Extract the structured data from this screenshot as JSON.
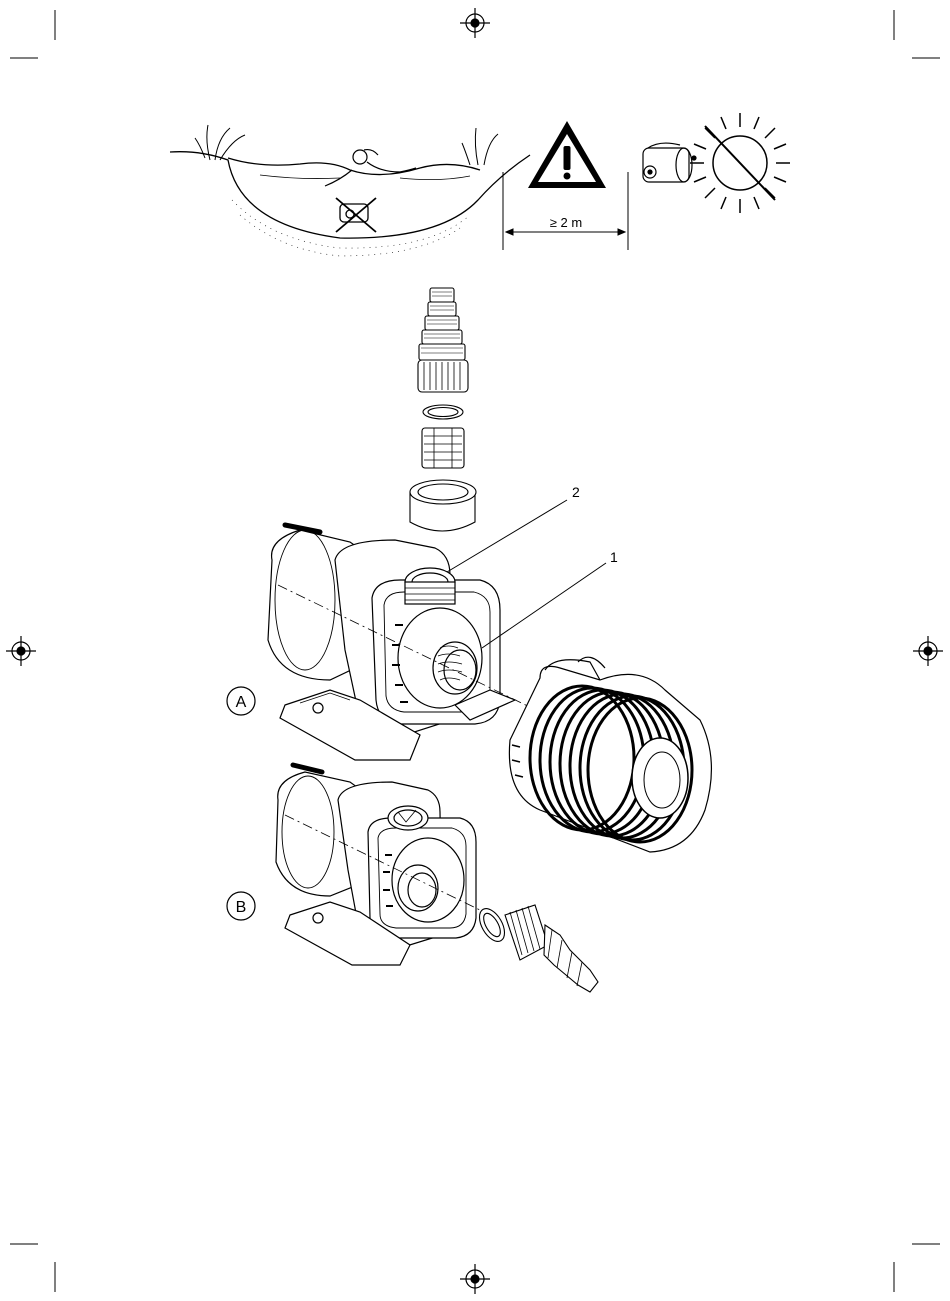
{
  "distance_label": "≥ 2 m",
  "callouts": {
    "part_1": "1",
    "part_2": "2"
  },
  "variants": {
    "a": "A",
    "b": "B"
  },
  "icons": {
    "warning": "warning-triangle-icon",
    "no_sun": "no-direct-sunlight-icon",
    "pump": "pump-unit-icon",
    "no_swimming": "no-swimming-icon"
  },
  "colors": {
    "line": "#000000",
    "background": "#ffffff"
  }
}
